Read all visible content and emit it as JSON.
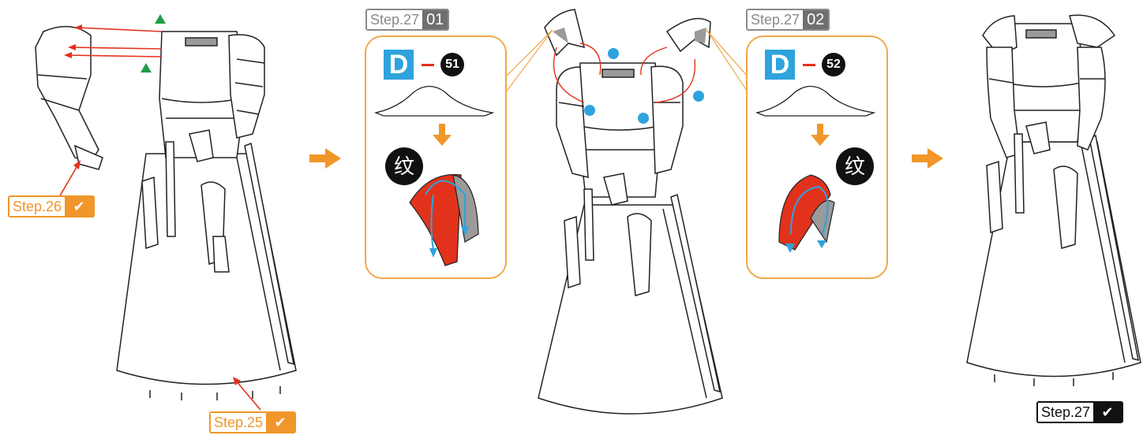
{
  "colors": {
    "orange": "#f0962a",
    "red": "#e2321c",
    "blue": "#2ea3dd",
    "green": "#1d9e46",
    "gray": "#8a8a8a",
    "black": "#111111"
  },
  "steps": {
    "step26": {
      "label": "Step.26",
      "check": "✔"
    },
    "step25": {
      "label": "Step.25",
      "check": "✔"
    },
    "step27_done": {
      "label": "Step.27",
      "check": "✔"
    },
    "step27_01": {
      "label": "Step.27",
      "num": "01"
    },
    "step27_02": {
      "label": "Step.27",
      "num": "02"
    }
  },
  "panel1": {
    "letter": "D",
    "part": "51",
    "glyph": "纹"
  },
  "panel2": {
    "letter": "D",
    "part": "52",
    "glyph": "纹"
  }
}
